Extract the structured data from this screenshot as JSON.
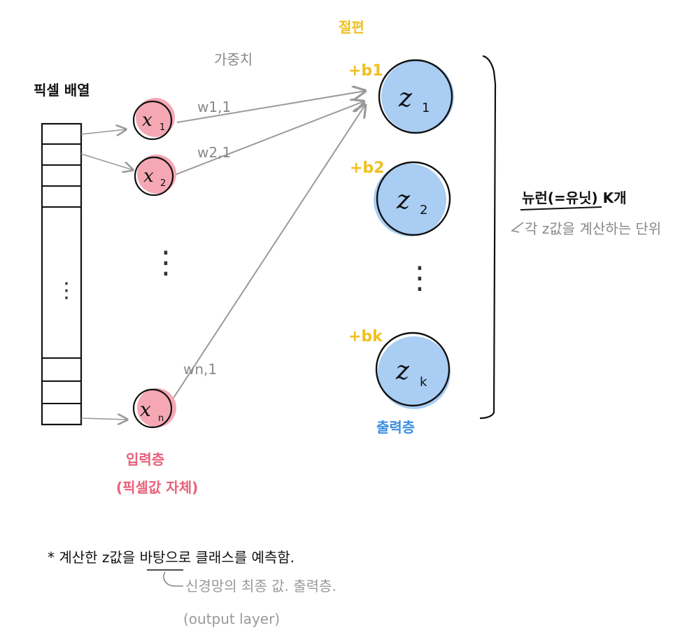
{
  "labels": {
    "pixel_array": "픽셀 배열",
    "weights": "가중치",
    "bias": "절편",
    "neurons": "뉴런(=유닛) K개",
    "neurons_note": "각 z값을 계산하는 단위",
    "input_layer": "입력층",
    "input_layer_note": "(픽셀값 자체)",
    "output_layer": "출력층",
    "footnote": "* 계산한 z값을 바탕으로 클래스를 예측함.",
    "footnote_sub": "신경망의 최종 값. 출력층.",
    "footnote_paren": "(output layer)"
  },
  "inputs": [
    {
      "var": "x",
      "sub": "1"
    },
    {
      "var": "x",
      "sub": "2"
    },
    {
      "var": "x",
      "sub": "n"
    }
  ],
  "outputs": [
    {
      "var": "z",
      "sub": "1",
      "bias": "+b1"
    },
    {
      "var": "z",
      "sub": "2",
      "bias": "+b2"
    },
    {
      "var": "z",
      "sub": "k",
      "bias": "+bk"
    }
  ],
  "weights": [
    "w1,1",
    "w2,1",
    "wn,1"
  ],
  "ellipsis": "⋮",
  "colors": {
    "input_fill": "#f5a8b4",
    "output_fill": "#a9cdf3",
    "bias_text": "#f0c020",
    "input_label": "#e8607a",
    "output_label": "#3b8ee0",
    "arrow": "#9a9a9a"
  }
}
